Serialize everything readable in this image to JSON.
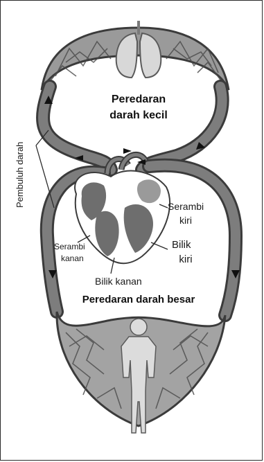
{
  "labels": {
    "pulmonary_line1": "Peredaran",
    "pulmonary_line2": "darah kecil",
    "systemic": "Peredaran darah besar",
    "vessel": "Pembuluh darah",
    "left_atrium_line1": "Serambi",
    "left_atrium_line2": "kiri",
    "left_ventricle_line1": "Bilik",
    "left_ventricle_line2": "kiri",
    "right_atrium_line1": "Serambi",
    "right_atrium_line2": "kanan",
    "right_ventricle": "Bilik kanan"
  },
  "colors": {
    "vessel_fill": "#7d7d7d",
    "vessel_outline": "#3b3b3b",
    "heart_fill": "#6e6e6e",
    "lungs_fill": "#d8d8d8",
    "body_fill": "#dcdcdc",
    "capillary": "#6a6a6a",
    "text": "#1a1a1a"
  }
}
